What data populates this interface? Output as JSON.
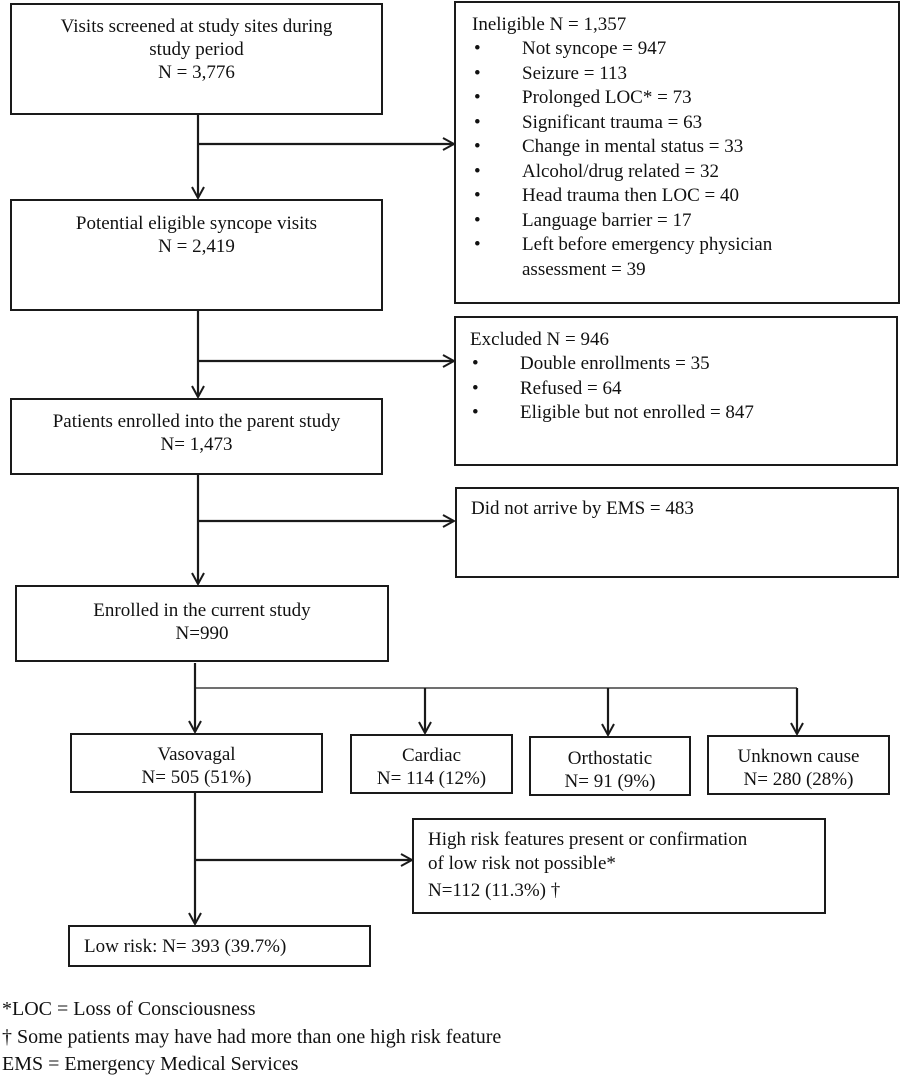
{
  "flowchart": {
    "screened": {
      "label": "Visits screened at study sites during study period",
      "n": "N = 3,776"
    },
    "ineligible": {
      "title": "Ineligible N = 1,357",
      "items": [
        "Not syncope = 947",
        "Seizure = 113",
        "Prolonged LOC* = 73",
        "Significant trauma = 63",
        "Change in mental status = 33",
        "Alcohol/drug related = 32",
        "Head trauma then LOC = 40",
        "Language barrier = 17",
        "Left before emergency physician assessment = 39"
      ]
    },
    "potential": {
      "label": "Potential eligible syncope visits",
      "n": "N = 2,419"
    },
    "excluded": {
      "title": "Excluded N = 946",
      "items": [
        "Double enrollments = 35",
        "Refused = 64",
        "Eligible but not enrolled = 847"
      ]
    },
    "parent": {
      "label": "Patients enrolled into the parent study",
      "n": "N= 1,473"
    },
    "ems": {
      "label": "Did not arrive by EMS = 483"
    },
    "current": {
      "label": "Enrolled in the current study",
      "n": "N=990"
    },
    "categories": [
      {
        "label": "Vasovagal",
        "n": "N= 505 (51%)"
      },
      {
        "label": "Cardiac",
        "n": "N= 114 (12%)"
      },
      {
        "label": "Orthostatic",
        "n": "N= 91 (9%)"
      },
      {
        "label": "Unknown cause",
        "n": "N= 280 (28%)"
      }
    ],
    "high_risk": {
      "line1": "High risk features present or confirmation",
      "line2": "of low risk not possible*",
      "n": "N=112 (11.3%) †"
    },
    "low_risk": {
      "label": "Low risk: N= 393 (39.7%)"
    }
  },
  "footnotes": [
    "*LOC = Loss of Consciousness",
    "† Some patients may have had more than one high risk feature",
    "EMS = Emergency Medical Services"
  ]
}
